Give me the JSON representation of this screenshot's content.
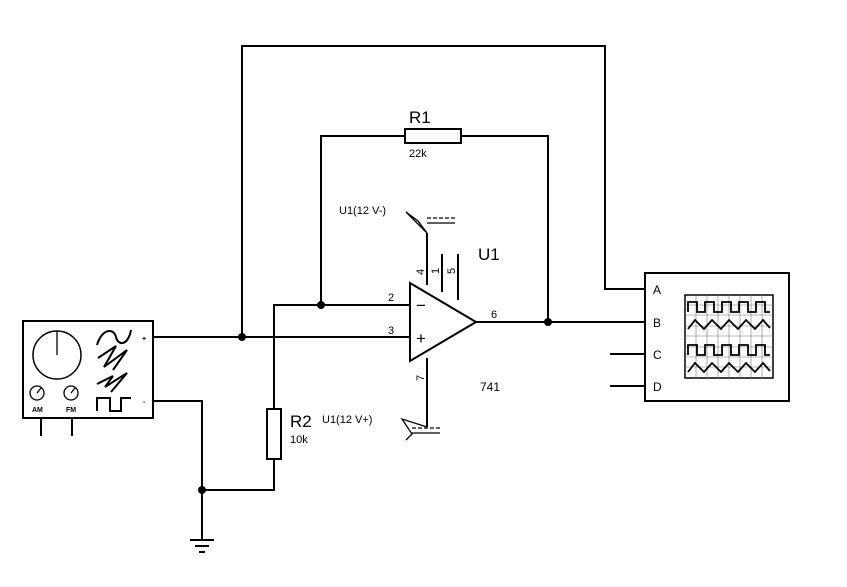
{
  "components": {
    "r1": {
      "ref": "R1",
      "value": "22k"
    },
    "r2": {
      "ref": "R2",
      "value": "10k"
    },
    "u1": {
      "ref": "U1",
      "part": "741",
      "pins": {
        "inv": "2",
        "noninv": "3",
        "out": "6",
        "vneg": "4",
        "offset1": "1",
        "offset2": "5",
        "vpos": "7"
      },
      "inv_sign": "−",
      "noninv_sign": "+"
    },
    "supply_neg": {
      "label": "U1(12 V-)"
    },
    "supply_pos": {
      "label": "U1(12 V+)"
    },
    "generator": {
      "plus": "+",
      "minus": "-",
      "am": "AM",
      "fm": "FM"
    },
    "oscilloscope": {
      "channels": [
        "A",
        "B",
        "C",
        "D"
      ]
    }
  }
}
